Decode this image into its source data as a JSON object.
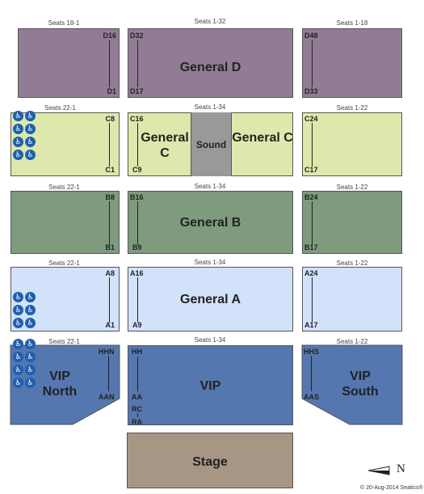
{
  "colors": {
    "general_d": "#927c95",
    "general_c": "#dde9ac",
    "sound": "#999999",
    "general_b": "#7e9b7e",
    "general_a": "#d2e2fa",
    "vip": "#5577b0",
    "stage": "#a89684",
    "wheelchair": "#1f5fb0"
  },
  "tiers": {
    "d": {
      "left": {
        "seats": "Seats 18-1",
        "row_top": "D16",
        "row_bottom": "D1"
      },
      "center": {
        "seats": "Seats 1-32",
        "row_top": "D32",
        "row_bottom": "D17",
        "name": "General D"
      },
      "right": {
        "seats": "Seats 1-18",
        "row_top": "D48",
        "row_bottom": "D33"
      }
    },
    "c": {
      "left": {
        "seats": "Seats 22-1",
        "row_top": "C8",
        "row_bottom": "C1"
      },
      "center": {
        "seats": "Seats 1-34",
        "row_top": "C16",
        "row_bottom": "C9",
        "name_left": "General C",
        "sound": "Sound",
        "name_right": "General C"
      },
      "right": {
        "seats": "Seats 1-22",
        "row_top": "C24",
        "row_bottom": "C17"
      }
    },
    "b": {
      "left": {
        "seats": "Seats 22-1",
        "row_top": "B8",
        "row_bottom": "B1"
      },
      "center": {
        "seats": "Seats 1-34",
        "row_top": "B16",
        "row_bottom": "B9",
        "name": "General B"
      },
      "right": {
        "seats": "Seats 1-22",
        "row_top": "B24",
        "row_bottom": "B17"
      }
    },
    "a": {
      "left": {
        "seats": "Seats 22-1",
        "row_top": "A8",
        "row_bottom": "A1"
      },
      "center": {
        "seats": "Seats 1-34",
        "row_top": "A16",
        "row_bottom": "A9",
        "name": "General A"
      },
      "right": {
        "seats": "Seats 1-22",
        "row_top": "A24",
        "row_bottom": "A17"
      }
    },
    "vip": {
      "left": {
        "seats": "Seats 22-1",
        "row_top": "HHN",
        "row_bottom": "AAN",
        "name": "VIP North"
      },
      "center": {
        "seats": "Seats 1-34",
        "row_top": "HH",
        "row_bottom": "AA",
        "row_rc": "RC",
        "row_ra": "RA",
        "name": "VIP"
      },
      "right": {
        "seats": "Seats 1-22",
        "row_top": "HHS",
        "row_bottom": "AAS",
        "name": "VIP South"
      }
    }
  },
  "stage": "Stage",
  "compass": "N",
  "footer": "© 20-Aug-2014 Seatics®",
  "wheelchair_icon": "wheelchair-icon"
}
